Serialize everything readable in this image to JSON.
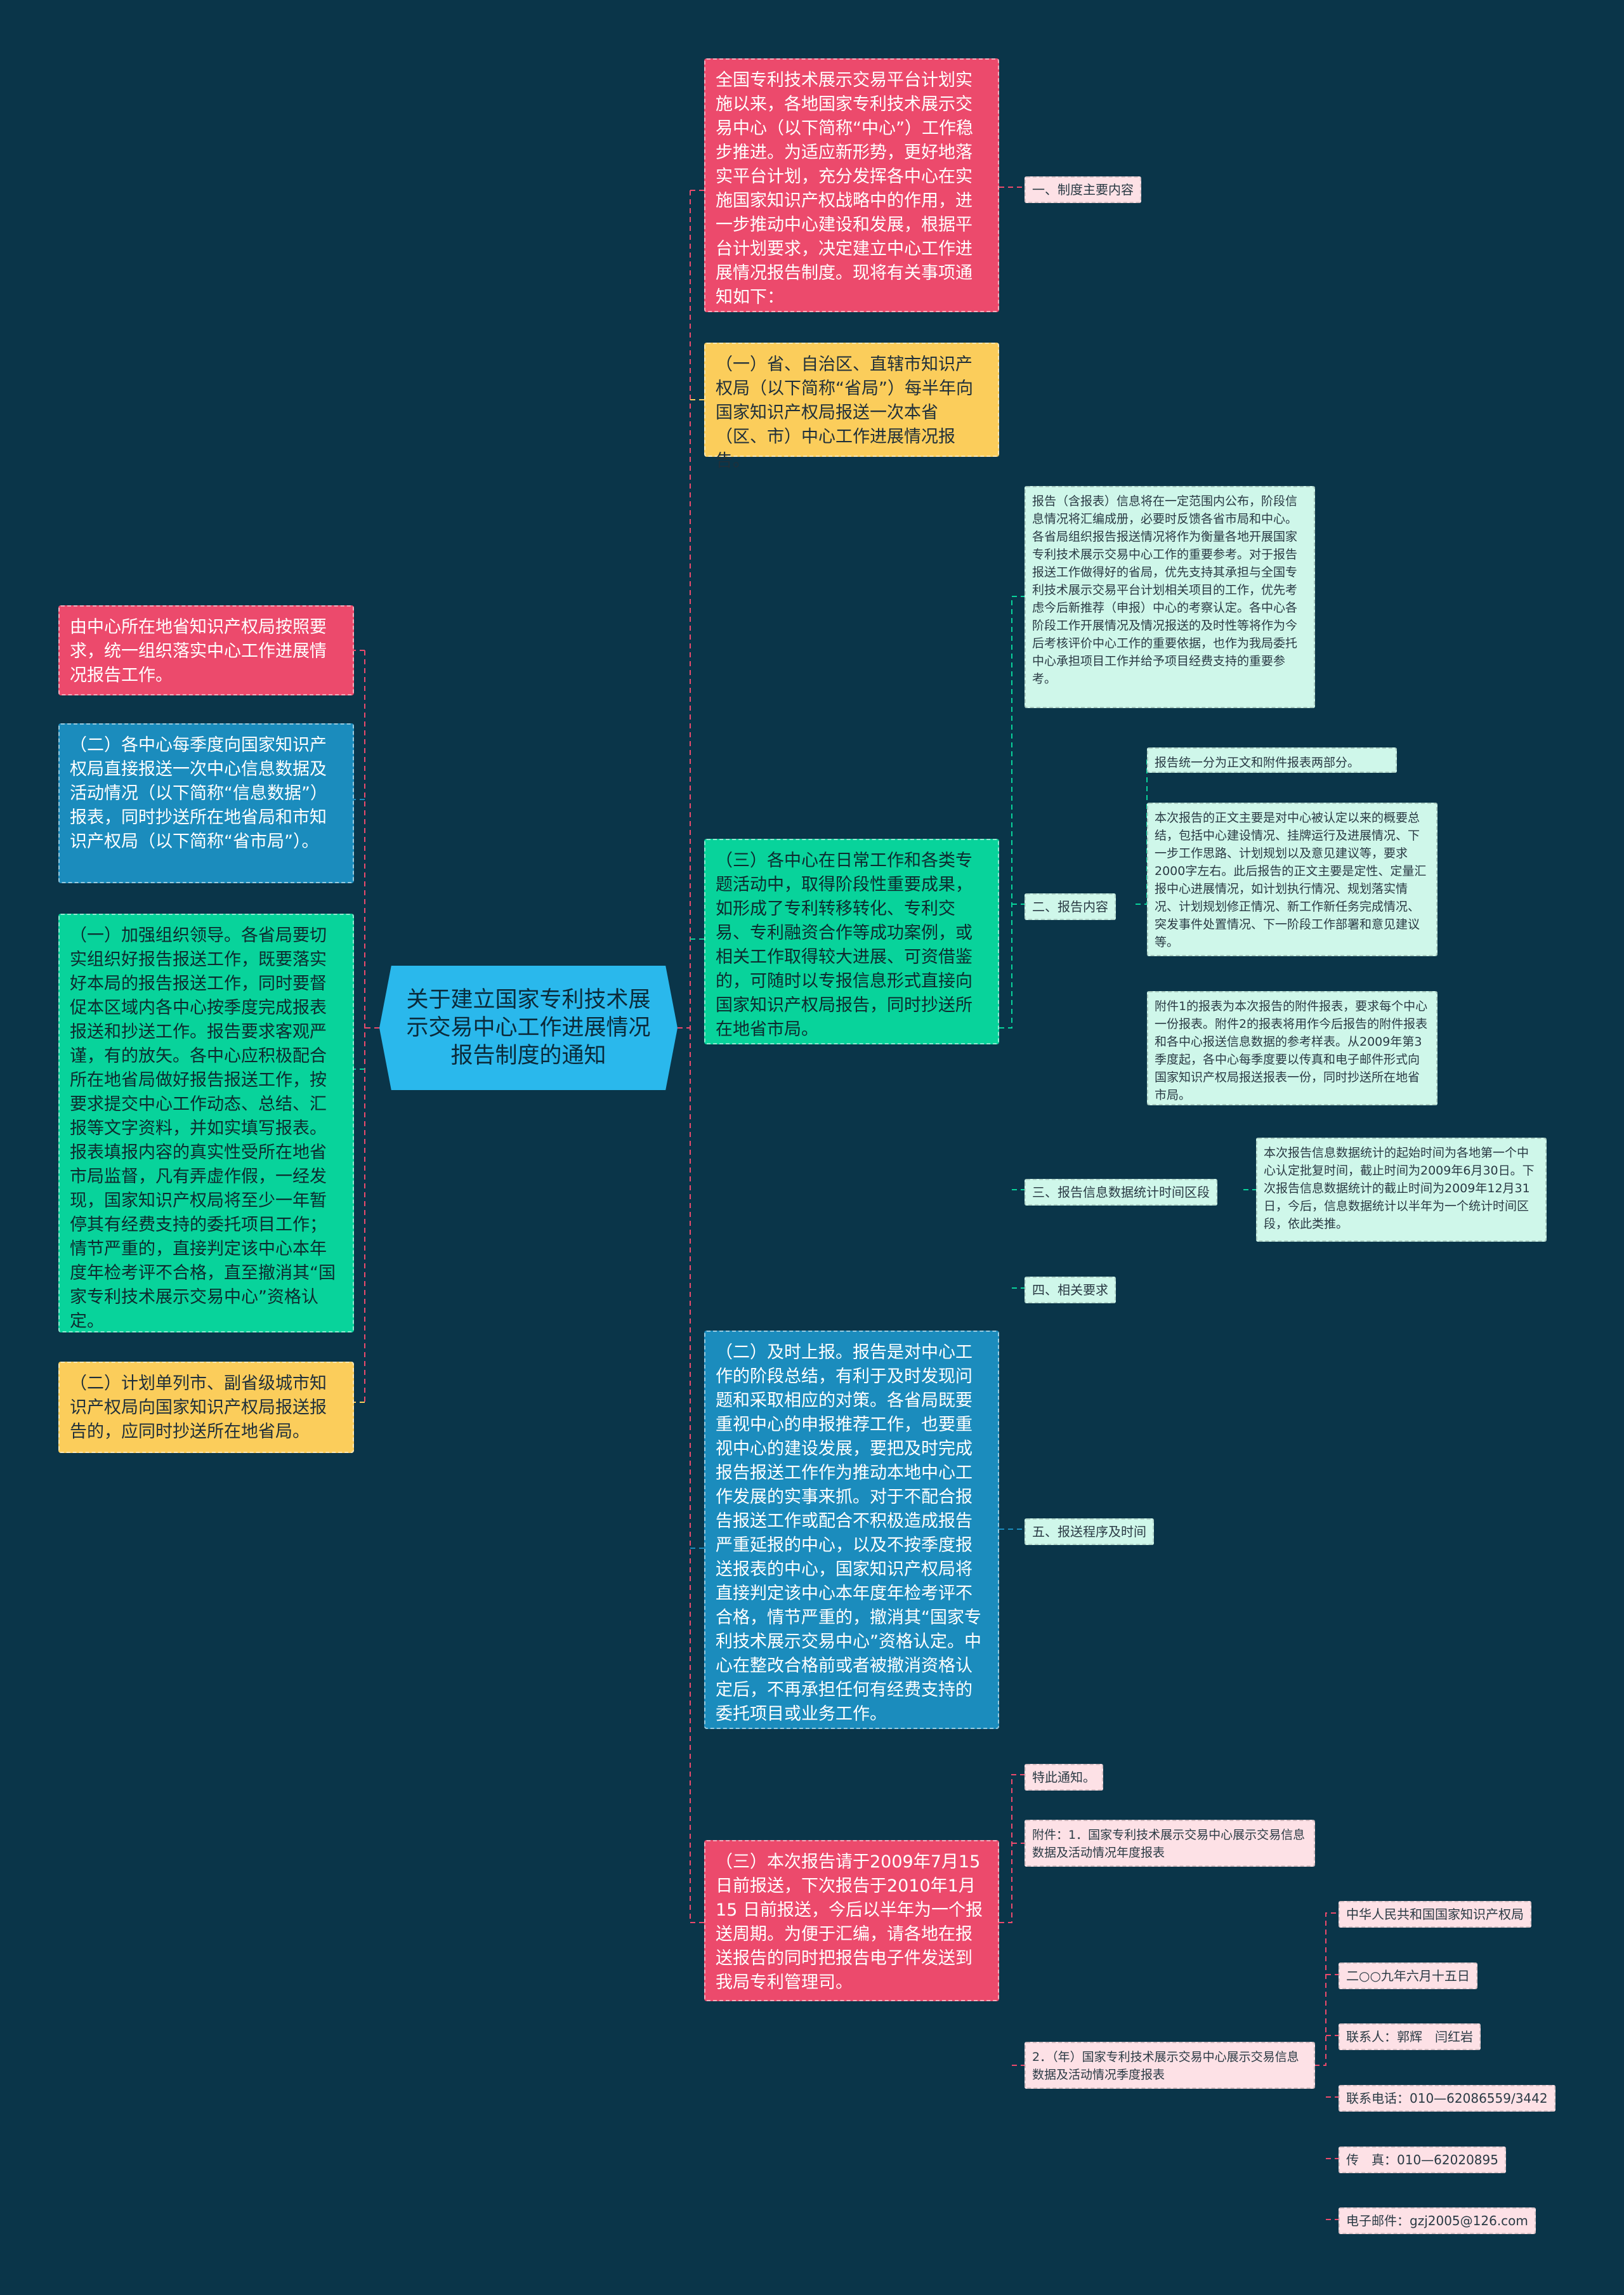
{
  "center": "关于建立国家专利技术展示交易中心工作进展情况报告制度的通知",
  "left": {
    "l1": "由中心所在地省知识产权局按照要求，统一组织落实中心工作进展情况报告工作。",
    "l2": "（二）各中心每季度向国家知识产权局直接报送一次中心信息数据及活动情况（以下简称“信息数据”）报表，同时抄送所在地省局和市知识产权局（以下简称“省市局”）。",
    "l3": "（一）加强组织领导。各省局要切实组织好报告报送工作，既要落实好本局的报告报送工作，同时要督促本区域内各中心按季度完成报表报送和抄送工作。报告要求客观严谨，有的放矢。各中心应积极配合所在地省局做好报告报送工作，按要求提交中心工作动态、总结、汇报等文字资料，并如实填写报表。报表填报内容的真实性受所在地省市局监督，凡有弄虚作假，一经发现，国家知识产权局将至少一年暂停其有经费支持的委托项目工作；情节严重的，直接判定该中心本年度年检考评不合格，直至撤消其“国家专利技术展示交易中心”资格认定。",
    "l4": "（二）计划单列市、副省级城市知识产权局向国家知识产权局报送报告的，应同时抄送所在地省局。"
  },
  "right": {
    "r1": "全国专利技术展示交易平台计划实施以来，各地国家专利技术展示交易中心（以下简称“中心”）工作稳步推进。为适应新形势，更好地落实平台计划，充分发挥各中心在实施国家知识产权战略中的作用，进一步推动中心建设和发展，根据平台计划要求，决定建立中心工作进展情况报告制度。现将有关事项通知如下：",
    "r2": "（一）省、自治区、直辖市知识产权局（以下简称“省局”）每半年向国家知识产权局报送一次本省（区、市）中心工作进展情况报告。",
    "r3": "（三）各中心在日常工作和各类专题活动中，取得阶段性重要成果，如形成了专利转移转化、专利交易、专利融资合作等成功案例，或相关工作取得较大进展、可资借鉴的，可随时以专报信息形式直接向国家知识产权局报告，同时抄送所在地省市局。",
    "r4": "（二）及时上报。报告是对中心工作的阶段总结，有利于及时发现问题和采取相应的对策。各省局既要重视中心的申报推荐工作，也要重视中心的建设发展，要把及时完成报告报送工作作为推动本地中心工作发展的实事来抓。对于不配合报告报送工作或配合不积极造成报告严重延报的中心，以及不按季度报送报表的中心，国家知识产权局将直接判定该中心本年度年检考评不合格，情节严重的，撤消其“国家专利技术展示交易中心”资格认定。中心在整改合格前或者被撤消资格认定后，不再承担任何有经费支持的委托项目或业务工作。",
    "r5": "（三）本次报告请于2009年7月15日前报送，下次报告于2010年1月15 日前报送，今后以半年为一个报送周期。为便于汇编，请各地在报送报告的同时把报告电子件发送到我局专利管理司。"
  },
  "labels": {
    "t1": "一、制度主要内容",
    "t2": "二、报告内容",
    "t3": "三、报告信息数据统计时间区段",
    "t4": "四、相关要求",
    "t5": "五、报送程序及时间",
    "t6": "特此通知。"
  },
  "mint": {
    "m1": "报告（含报表）信息将在一定范围内公布，阶段信息情况将汇编成册，必要时反馈各省市局和中心。各省局组织报告报送情况将作为衡量各地开展国家专利技术展示交易中心工作的重要参考。对于报告报送工作做得好的省局，优先支持其承担与全国专利技术展示交易平台计划相关项目的工作，优先考虑今后新推荐（申报）中心的考察认定。各中心各阶段工作开展情况及情况报送的及时性等将作为今后考核评价中心工作的重要依据，也作为我局委托中心承担项目工作并给予项目经费支持的重要参考。",
    "m2": "报告统一分为正文和附件报表两部分。",
    "m3": "本次报告的正文主要是对中心被认定以来的概要总结，包括中心建设情况、挂牌运行及进展情况、下一步工作思路、计划规划以及意见建议等，要求2000字左右。此后报告的正文主要是定性、定量汇报中心进展情况，如计划执行情况、规划落实情况、计划规划修正情况、新工作新任务完成情况、突发事件处置情况、下一阶段工作部署和意见建议等。",
    "m4": "附件1的报表为本次报告的附件报表，要求每个中心一份报表。附件2的报表将用作今后报告的附件报表和各中心报送信息数据的参考样表。从2009年第3季度起，各中心每季度要以传真和电子邮件形式向国家知识产权局报送报表一份，同时抄送所在地省市局。",
    "m5": "本次报告信息数据统计的起始时间为各地第一个中心认定批复时间，截止时间为2009年6月30日。下次报告信息数据统计的截止时间为2009年12月31日，今后，信息数据统计以半年为一个统计时间区段，依此类推。"
  },
  "pink": {
    "p1": "附件：1．国家专利技术展示交易中心展示交易信息数据及活动情况年度报表",
    "p2": "2．（年）国家专利技术展示交易中心展示交易信息数据及活动情况季度报表"
  },
  "contacts": {
    "c1": "中华人民共和国国家知识产权局",
    "c2": "二○○九年六月十五日",
    "c3": "联系人：郭辉　闫红岩",
    "c4": "联系电话：010—62086559/3442",
    "c5": "传　真：010—62020895",
    "c6": "电子邮件：gzj2005@126.com"
  }
}
